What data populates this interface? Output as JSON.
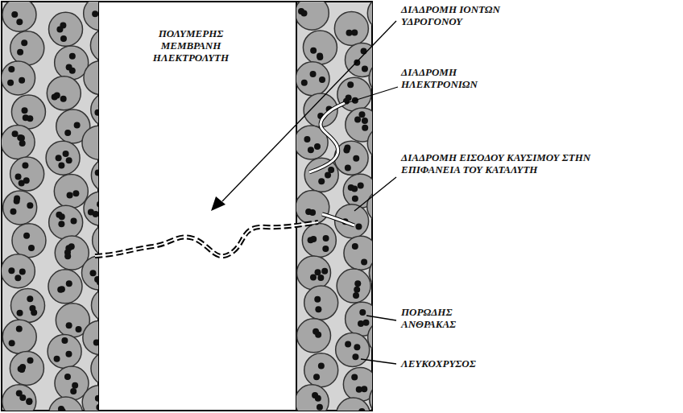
{
  "diagram": {
    "labels": [
      "ΠΟΛΥΜΕΡΗΣ ΜΕΜΒΡΑΝΗ ΗΛΕΚΤΡΟΛΥΤΗ",
      "ΔΙΑΔΡΟΜΗ ΙΟΝΤΩΝ ΥΔΡΟΓΟΝΟΥ",
      "ΔΙΑΔΡΟΜΗ ΗΛΕΚΤΡΟΝΙΩΝ",
      "ΔΙΑΔΡΟΜΗ ΕΙΣΟΔΟΥ ΚΑΥΣΙΜΟΥ ΣΤΗΝ ΕΠΙΦΑΝΕΙΑ ΤΟΥ ΚΑΤΑΛΥΤΗ",
      "ΠΟΡΩΔΗΣ ΑΝΘΡΑΚΑΣ",
      "ΛΕΥΚΟΧΡΥΣΟΣ"
    ]
  }
}
